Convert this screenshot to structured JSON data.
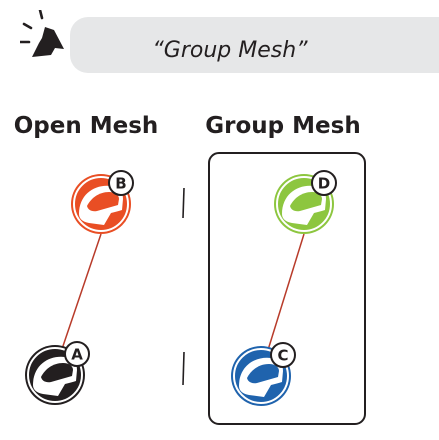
{
  "voice_command": {
    "phrase": "“Group Mesh”",
    "icon": "speaking-voice-icon"
  },
  "modes": {
    "open_mesh": {
      "title": "Open Mesh",
      "headsets": [
        {
          "label": "B",
          "color": "#e94e24"
        },
        {
          "label": "A",
          "color": "#231f20"
        }
      ]
    },
    "group_mesh": {
      "title": "Group Mesh",
      "headsets": [
        {
          "label": "D",
          "color": "#8dc63f"
        },
        {
          "label": "C",
          "color": "#1f63ad"
        }
      ]
    }
  },
  "colors": {
    "link_line": "#b83b2a",
    "group_frame": "#231f20",
    "banner": "#e6e7e8"
  }
}
